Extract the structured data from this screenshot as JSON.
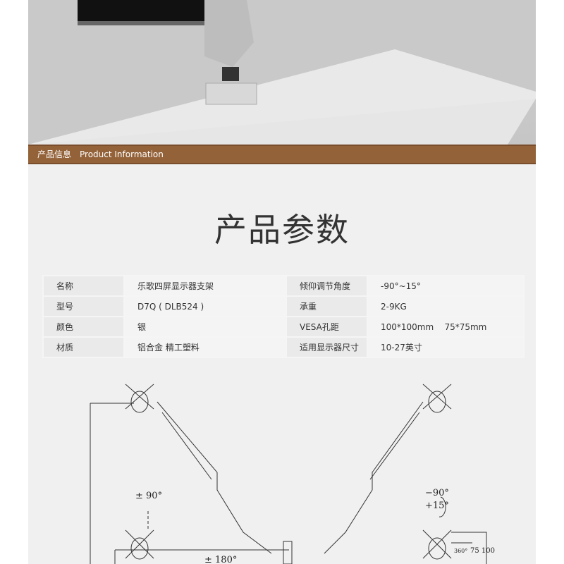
{
  "banner": {
    "cn": "产品信息",
    "en": "Product Information"
  },
  "title": "产品参数",
  "specs": [
    [
      "名称",
      "乐歌四屏显示器支架",
      "倾仰调节角度",
      "-90°~15°"
    ],
    [
      "型号",
      "D7Q ( DLB524 )",
      "承重",
      "2-9KG"
    ],
    [
      "颜色",
      "银",
      "VESA孔距",
      "100*100mm    75*75mm"
    ],
    [
      "材质",
      "铝合金 精工塑料",
      "适用显示器尺寸",
      "10-27英寸"
    ]
  ],
  "diagram": {
    "rotate": "± 90°",
    "swivel": "± 180°",
    "tilt_min": "−90°",
    "tilt_max": "+15°",
    "rot360": "360°",
    "vesa": "75 100"
  },
  "colors": {
    "banner": "#946239",
    "page": "#f0f0f0"
  }
}
